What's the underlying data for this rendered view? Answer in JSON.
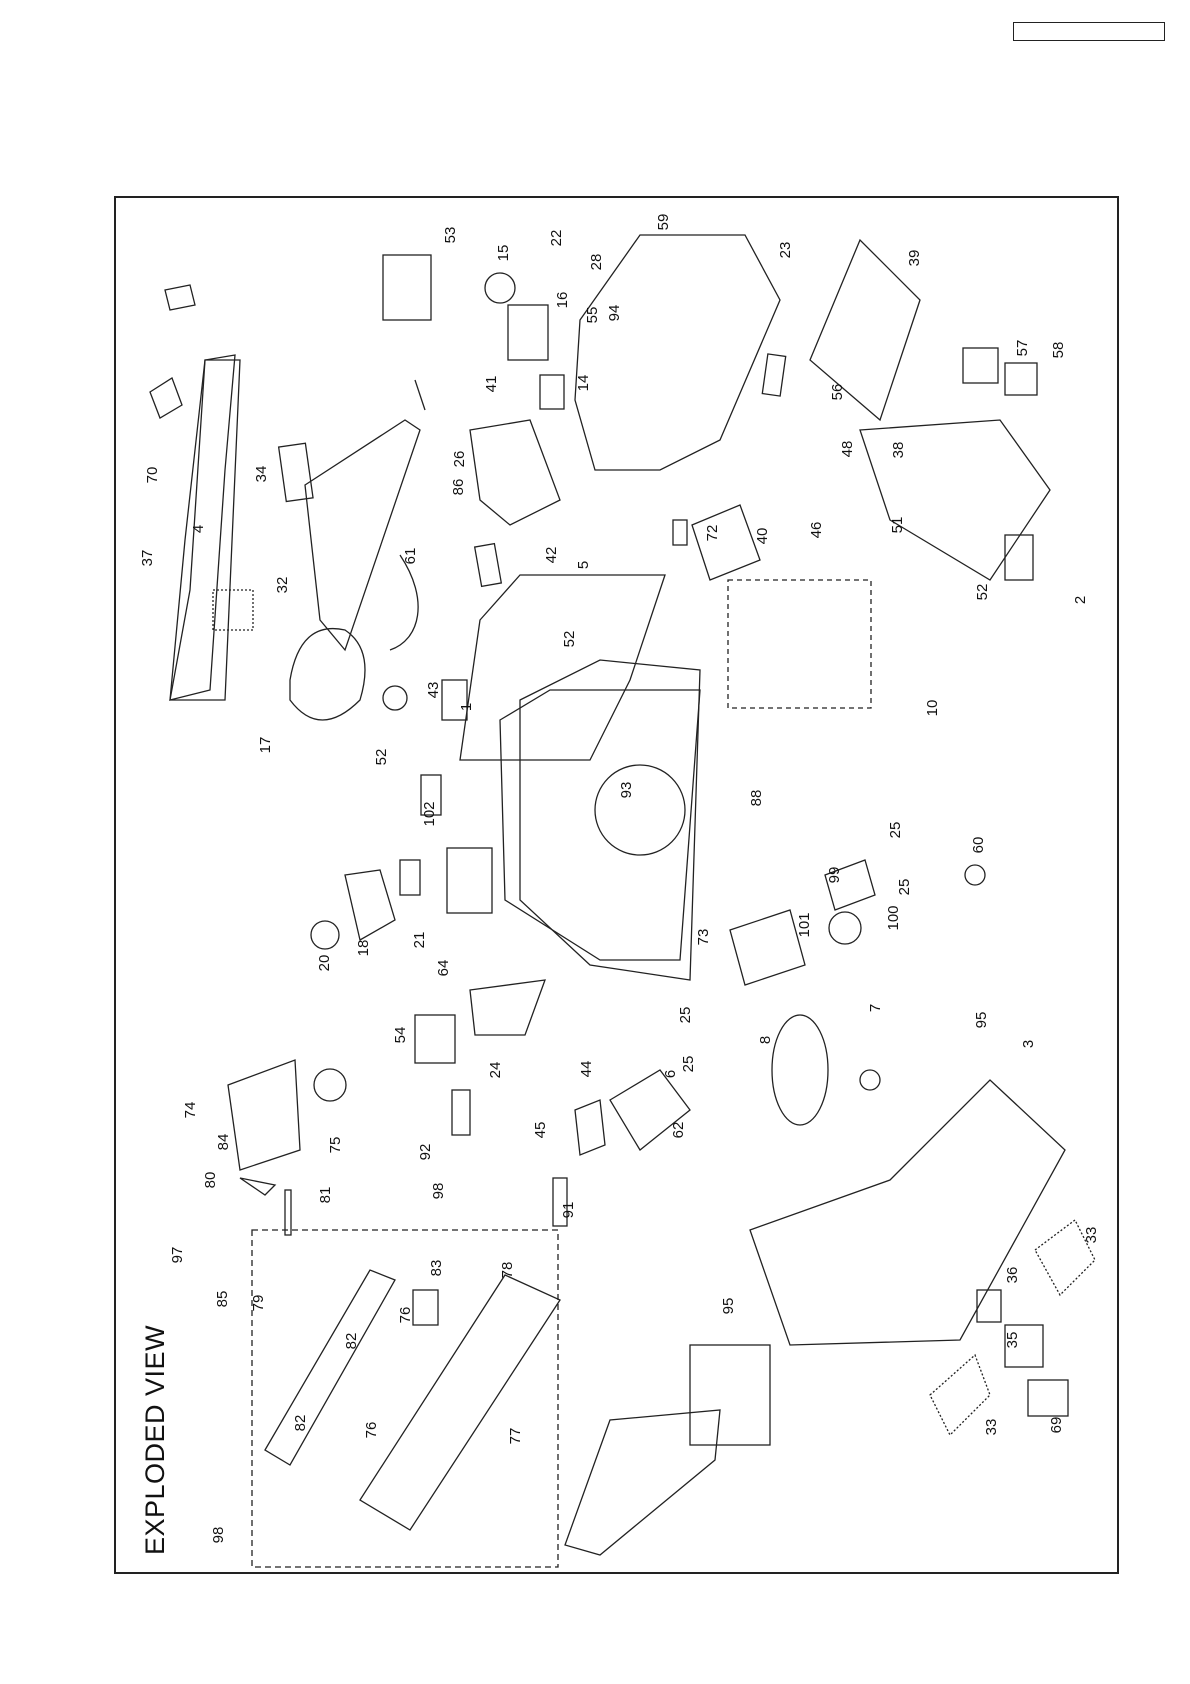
{
  "header": {
    "doc_code": ""
  },
  "title": "EXPLODED VIEW",
  "part_labels": [
    "70",
    "37",
    "4",
    "34",
    "32",
    "61",
    "86",
    "26",
    "41",
    "53",
    "15",
    "16",
    "22",
    "28",
    "59",
    "55",
    "94",
    "14",
    "23",
    "39",
    "56",
    "72",
    "40",
    "46",
    "48",
    "38",
    "51",
    "57",
    "58",
    "52",
    "2",
    "42",
    "5",
    "43",
    "1",
    "17",
    "52",
    "52",
    "102",
    "93",
    "88",
    "10",
    "60",
    "25",
    "25",
    "99",
    "100",
    "20",
    "18",
    "21",
    "64",
    "101",
    "73",
    "54",
    "24",
    "25",
    "25",
    "44",
    "6",
    "62",
    "45",
    "8",
    "7",
    "95",
    "74",
    "84",
    "75",
    "92",
    "80",
    "81",
    "98",
    "91",
    "97",
    "85",
    "79",
    "83",
    "78",
    "76",
    "82",
    "76",
    "82",
    "77",
    "98",
    "95",
    "3",
    "33",
    "36",
    "35",
    "33",
    "69"
  ],
  "colors": {
    "line": "#222222",
    "background": "#ffffff"
  }
}
